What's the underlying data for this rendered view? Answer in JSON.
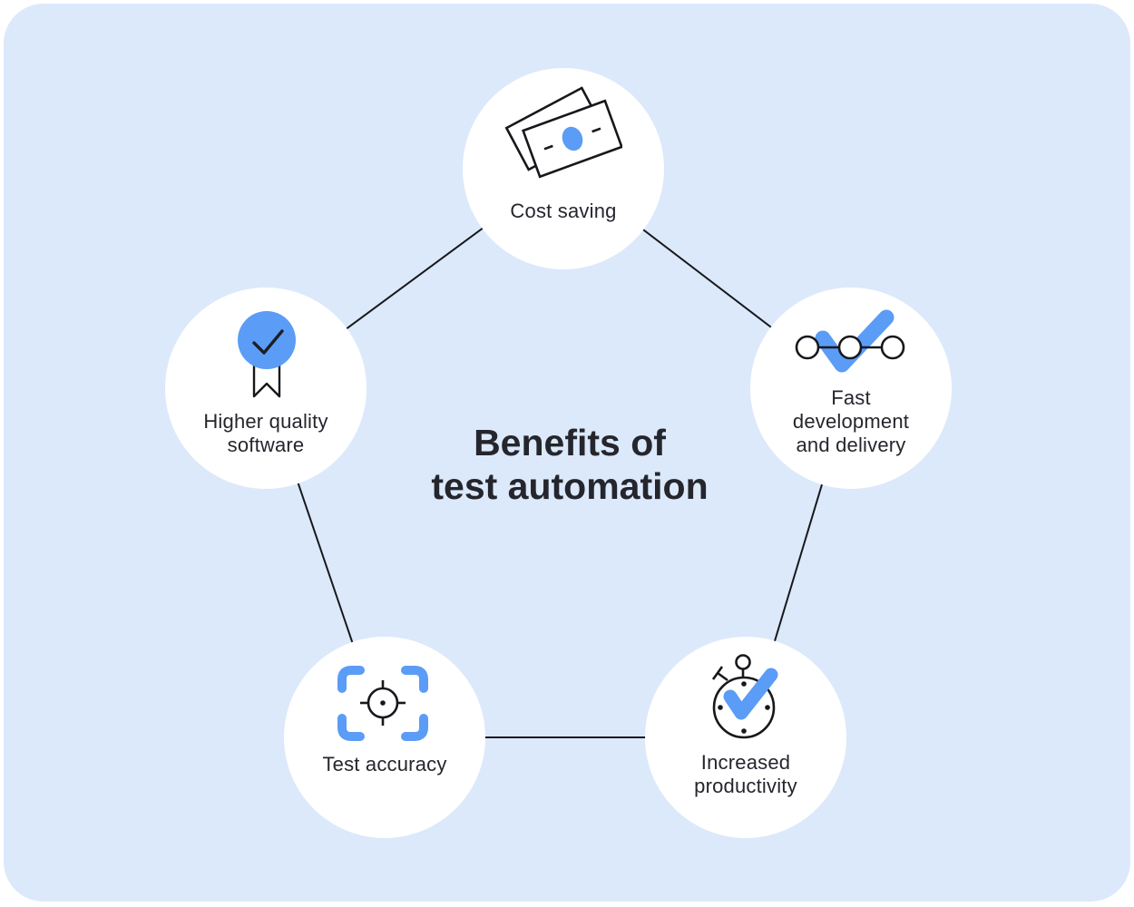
{
  "title": "Benefits of\ntest automation",
  "nodes": [
    {
      "id": "cost-saving",
      "label": "Cost saving",
      "icon": "money-bills-icon"
    },
    {
      "id": "higher-quality-software",
      "label": "Higher quality\nsoftware",
      "icon": "award-badge-check-icon"
    },
    {
      "id": "fast-development",
      "label": "Fast\ndevelopment\nand delivery",
      "icon": "milestones-check-icon"
    },
    {
      "id": "test-accuracy",
      "label": "Test accuracy",
      "icon": "focus-target-icon"
    },
    {
      "id": "increased-productivity",
      "label": "Increased\nproductivity",
      "icon": "stopwatch-check-icon"
    }
  ],
  "colors": {
    "background_panel": "#dce9fb",
    "node_fill": "#ffffff",
    "accent_blue": "#5b9cf6",
    "stroke_dark": "#17181c",
    "text": "#25262d"
  }
}
